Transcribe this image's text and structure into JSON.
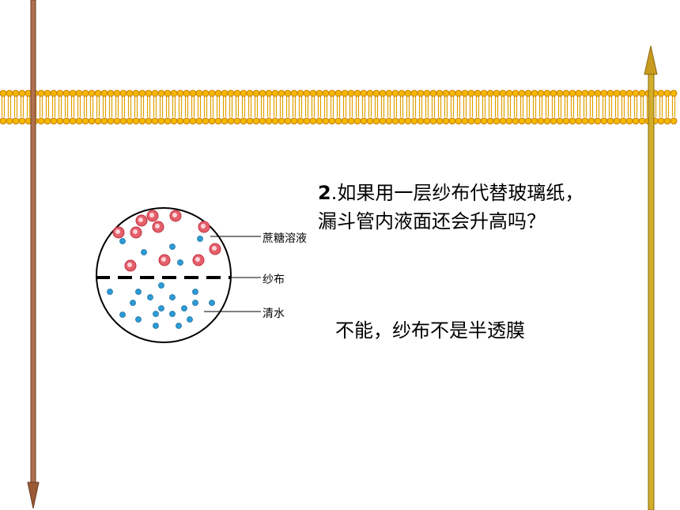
{
  "question": {
    "number": "2",
    "line1": ".如果用一层纱布代替玻璃纸，",
    "line2": "漏斗管内液面还会升高吗？"
  },
  "answer": "不能，纱布不是半透膜",
  "diagram": {
    "labels": {
      "sucrose_solution": "蔗糖溶液",
      "gauze": "纱布",
      "water": "清水"
    }
  },
  "colors": {
    "membrane": "#f5b800",
    "sugar_molecule": "#e4606b",
    "water_molecule": "#2c9bd6",
    "left_arrow": "#b07050",
    "right_arrow": "#c8a020"
  }
}
